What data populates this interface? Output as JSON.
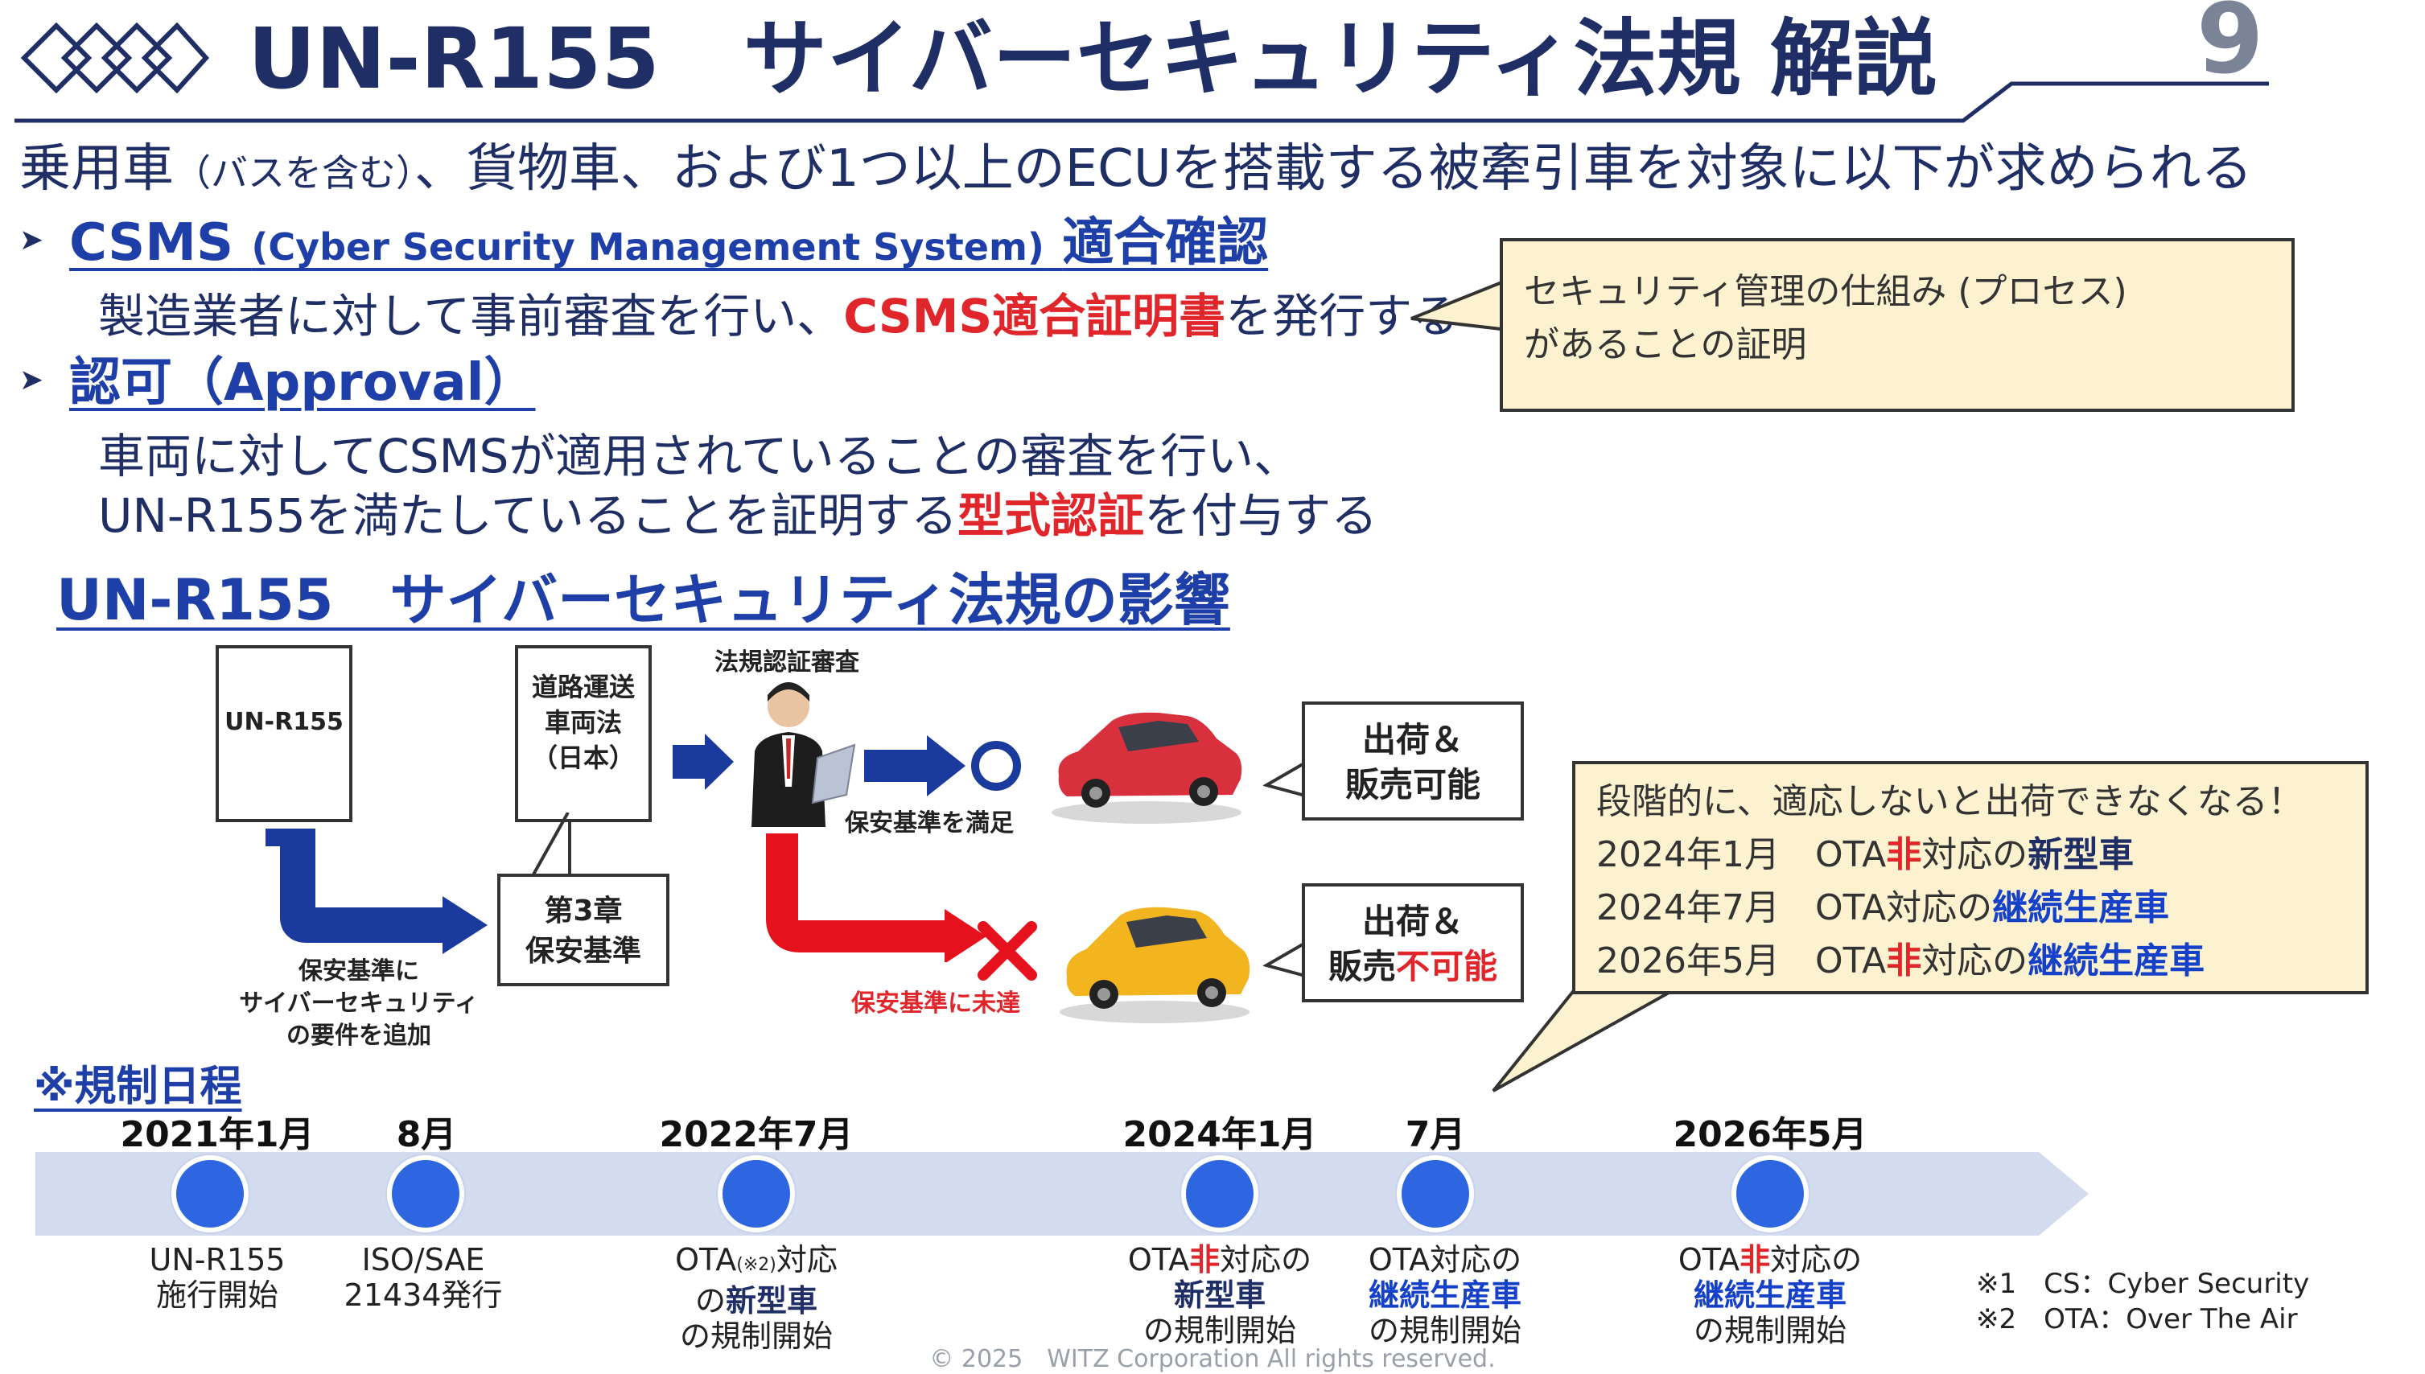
{
  "page_number": "9",
  "header": {
    "title": "UN-R155　サイバーセキュリティ法規 解説"
  },
  "intro": {
    "text_a": "乗用車",
    "text_b": "（バスを含む）",
    "text_c": "、貨物車、および1つ以上のECUを搭載する被牽引車を対象に以下が求められる"
  },
  "csms": {
    "head_a": "CSMS",
    "head_b": "(Cyber Security Management System)",
    "head_c": "適合確認",
    "desc_a": "製造業者に対して事前審査を行い、",
    "desc_b": "CSMS適合証明書",
    "desc_c": "を発行する"
  },
  "callout1": {
    "line1": "セキュリティ管理の仕組み (プロセス)",
    "line2": "があることの証明"
  },
  "approval": {
    "head": "認可（Approval）",
    "line1": "車両に対してCSMSが適用されていることの審査を行い、",
    "line2_a": "UN-R155を満たしていることを証明する",
    "line2_b": "型式認証",
    "line2_c": "を付与する"
  },
  "impact": {
    "title": "UN-R155　サイバーセキュリティ法規の影響",
    "doc1": "UN-R155",
    "doc2_l1": "道路運送",
    "doc2_l2": "車両法",
    "doc2_l3": "（日本）",
    "chapter_l1": "第3章",
    "chapter_l2": "保安基準",
    "add_l1": "保安基準に",
    "add_l2": "サイバーセキュリティ",
    "add_l3": "の要件を追加",
    "inspect": "法規認証審査",
    "pass": "保安基準を満足",
    "fail": "保安基準に未達",
    "ok_l1": "出荷＆",
    "ok_l2": "販売可能",
    "ng_l1": "出荷＆",
    "ng_l2a": "販売",
    "ng_l2b": "不可能"
  },
  "callout2": {
    "line1": "段階的に、適応しないと出荷できなくなる！",
    "r1_date": "2024年1月",
    "r1_a": "OTA",
    "r1_b": "非",
    "r1_c": "対応の",
    "r1_d": "新型車",
    "r2_date": "2024年7月",
    "r2_a": "OTA対応の",
    "r2_b": "継続生産車",
    "r3_date": "2026年5月",
    "r3_a": "OTA",
    "r3_b": "非",
    "r3_c": "対応の",
    "r3_d": "継続生産車"
  },
  "schedule": {
    "title": "※規制日程",
    "items": [
      {
        "year": "2021年1月",
        "l1": "UN-R155",
        "l2": "施行開始"
      },
      {
        "year": "8月",
        "l1": "ISO/SAE",
        "l2": "21434発行"
      },
      {
        "year": "2022年7月",
        "l1a": "OTA",
        "l1s": "(※2)",
        "l1b": "対応",
        "l2a": "の",
        "l2b": "新型車",
        "l3": "の規制開始"
      },
      {
        "year": "2024年1月",
        "l1a": "OTA",
        "l1b": "非",
        "l1c": "対応の",
        "l2": "新型車",
        "l3": "の規制開始"
      },
      {
        "year": "7月",
        "l1": "OTA対応の",
        "l2": "継続生産車",
        "l3": "の規制開始"
      },
      {
        "year": "2026年5月",
        "l1a": "OTA",
        "l1b": "非",
        "l1c": "対応の",
        "l2": "継続生産車",
        "l3": "の規制開始"
      }
    ]
  },
  "notes": {
    "n1": "※1　CS：Cyber Security",
    "n2": "※2　OTA：Over The Air"
  },
  "footer": "© 2025　WITZ Corporation All rights reserved."
}
